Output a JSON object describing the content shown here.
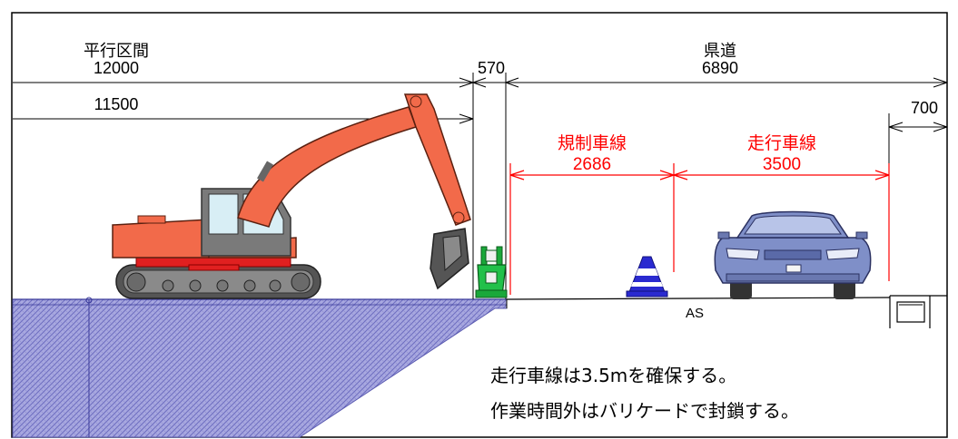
{
  "dimensions": {
    "parallel_section": {
      "label": "平行区間",
      "value": "12000"
    },
    "sub_span": {
      "value": "11500"
    },
    "gap": {
      "value": "570"
    },
    "prefectural_road": {
      "label": "県道",
      "value": "6890"
    },
    "shoulder": {
      "value": "700"
    },
    "restricted_lane": {
      "label": "規制車線",
      "value": "2686"
    },
    "travel_lane": {
      "label": "走行車線",
      "value": "3500"
    }
  },
  "labels": {
    "pavement": "AS"
  },
  "notes": [
    "走行車線は3.5mを確保する。",
    "作業時間外はバリケードで封鎖する。"
  ],
  "colors": {
    "dimension_red": "#ff0000",
    "excavator_body": "#f26a4a",
    "ground_fill": "#9b9bd8",
    "car_body": "#7f8fc8",
    "barricade": "#1aa83a",
    "cone": "#2a2ad0"
  },
  "icons": [
    "excavator-icon",
    "barricade-icon",
    "traffic-cone-icon",
    "car-icon",
    "drainage-gutter-icon"
  ]
}
